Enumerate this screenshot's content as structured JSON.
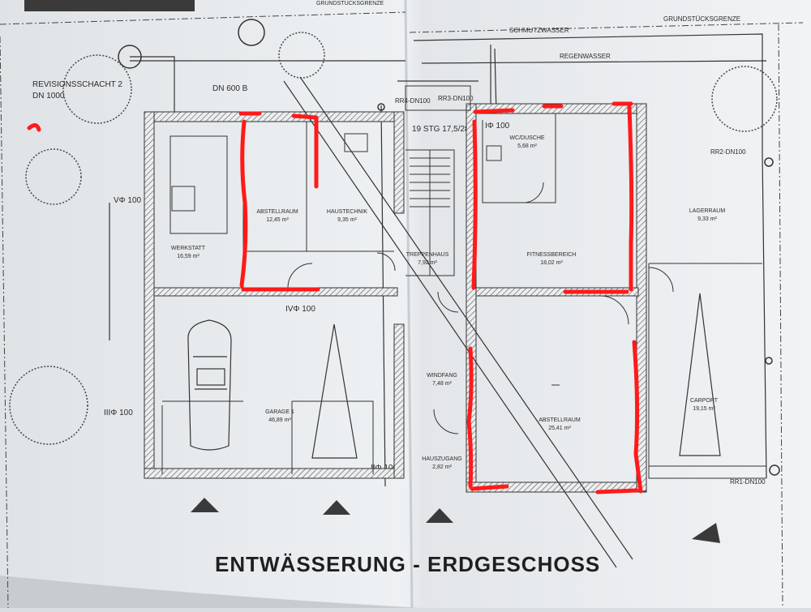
{
  "title": "ENTWÄSSERUNG - ERDGESCHOSS",
  "boundary": {
    "top_left": "GRUNDSTÜCKSGRENZE",
    "top_right": "GRUNDSTÜCKSGRENZE"
  },
  "pipes": {
    "schmutzwasser": "SCHMUTZWASSER",
    "regenwasser": "REGENWASSER",
    "rr4": "RR4-DN100",
    "rr3": "RR3-DN100",
    "rr2": "RR2-DN100",
    "rr1": "RR1-DN100",
    "dn600": "DN 600 B",
    "revision_line1": "REVISIONSSCHACHT 2",
    "revision_line2": "DN 1000",
    "v100": "VΦ 100",
    "iv100": "IVΦ 100",
    "iii100": "IIIΦ 100",
    "ii100": "IIΦ 100",
    "i100": "IΦ 100",
    "stair": "19 STG 17,5/28"
  },
  "rooms": [
    {
      "name": "WERKSTATT",
      "area": "16,59 m²"
    },
    {
      "name": "ABSTELLRAUM",
      "area": "12,45 m²"
    },
    {
      "name": "HAUSTECHNIK",
      "area": "9,35 m²"
    },
    {
      "name": "TREPPENHAUS",
      "area": "7,92 m²"
    },
    {
      "name": "WC/DUSCHE",
      "area": "5,68 m²"
    },
    {
      "name": "FITNESSBEREICH",
      "area": "18,02 m²"
    },
    {
      "name": "LAGERRAUM",
      "area": "9,33 m²"
    },
    {
      "name": "GARAGE 1",
      "area": "46,89 m²"
    },
    {
      "name": "WINDFANG",
      "area": "7,48 m²"
    },
    {
      "name": "ABSTELLRAUM",
      "area": "25,41 m²"
    },
    {
      "name": "HAUSZUGANG",
      "area": "2,82 m²"
    },
    {
      "name": "CARPORT",
      "area": "19,15 m²"
    }
  ],
  "colors": {
    "paper": "#eef1f3",
    "ink": "#2b2b2b",
    "markup": "#ff1a1a"
  }
}
